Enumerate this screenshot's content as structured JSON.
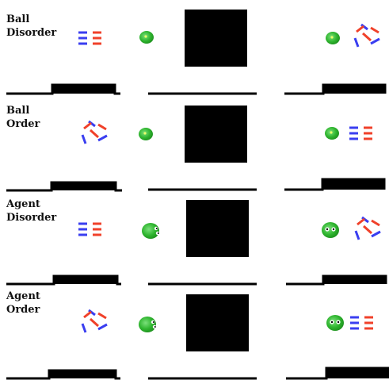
{
  "colors": {
    "red": "#f0412a",
    "blue": "#3a3ef0",
    "ball_green": "#2fb52f",
    "ball_highlight": "#eaff6a",
    "box_black": "#000000",
    "ground_black": "#000000"
  },
  "rows": [
    {
      "label": "Ball\nDisorder",
      "subject": "ball",
      "left_group": "ordered",
      "right_group": "disordered"
    },
    {
      "label": "Ball\nOrder",
      "subject": "ball",
      "left_group": "disordered",
      "right_group": "ordered"
    },
    {
      "label": "Agent\nDisorder",
      "subject": "agent",
      "left_group": "ordered",
      "right_group": "disordered"
    },
    {
      "label": "Agent\nOrder",
      "subject": "agent",
      "left_group": "disordered",
      "right_group": "ordered"
    }
  ]
}
